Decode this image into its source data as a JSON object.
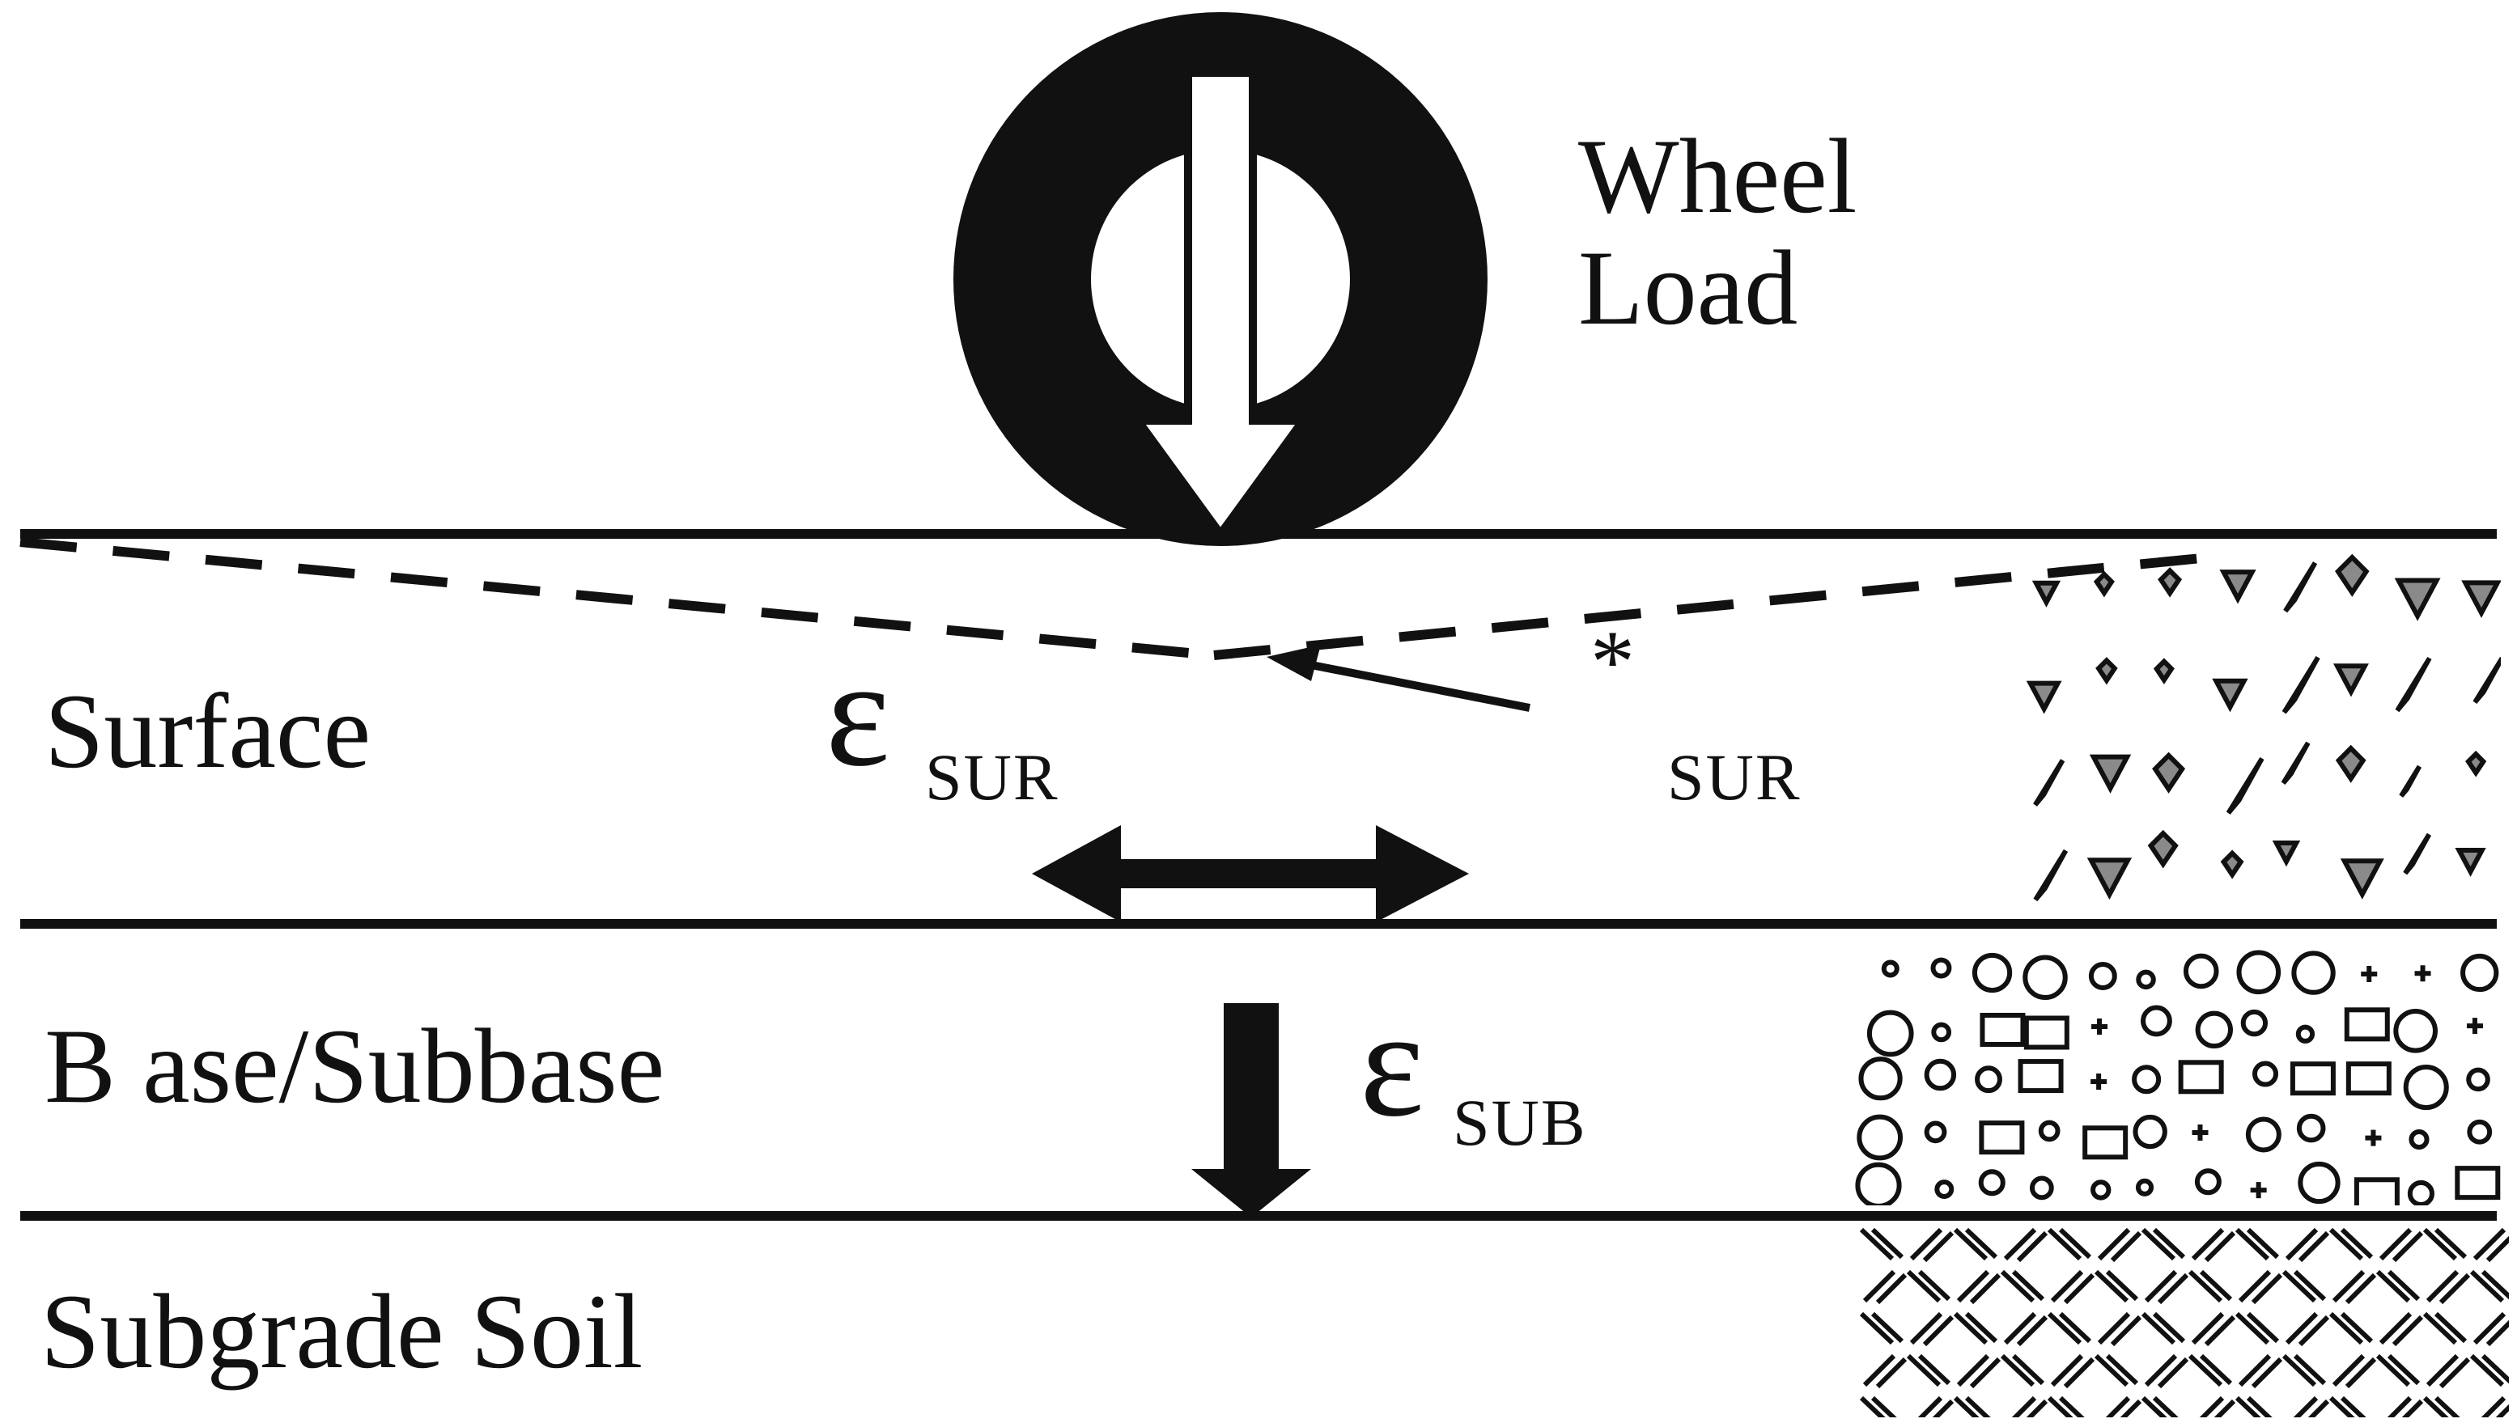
{
  "wheel": {
    "label_line1": "Wheel",
    "label_line2": "Load"
  },
  "layers": [
    {
      "label": "Surface"
    },
    {
      "label": "B ase/Subbase"
    },
    {
      "label": "Subgrade Soil"
    }
  ],
  "strains": {
    "surface_symbol": "ε",
    "surface_subscript": "SUR",
    "surface_asterisk": "*",
    "surface_note_subscript": "SUR",
    "base_symbol": "ε",
    "base_subscript": "SUB"
  },
  "colors": {
    "ink": "#111111",
    "aggregate_fill": "#8a8a8a",
    "background": "#ffffff"
  },
  "icons": {
    "wheel": "wheel-icon",
    "load_arrow": "down-arrow-icon"
  }
}
